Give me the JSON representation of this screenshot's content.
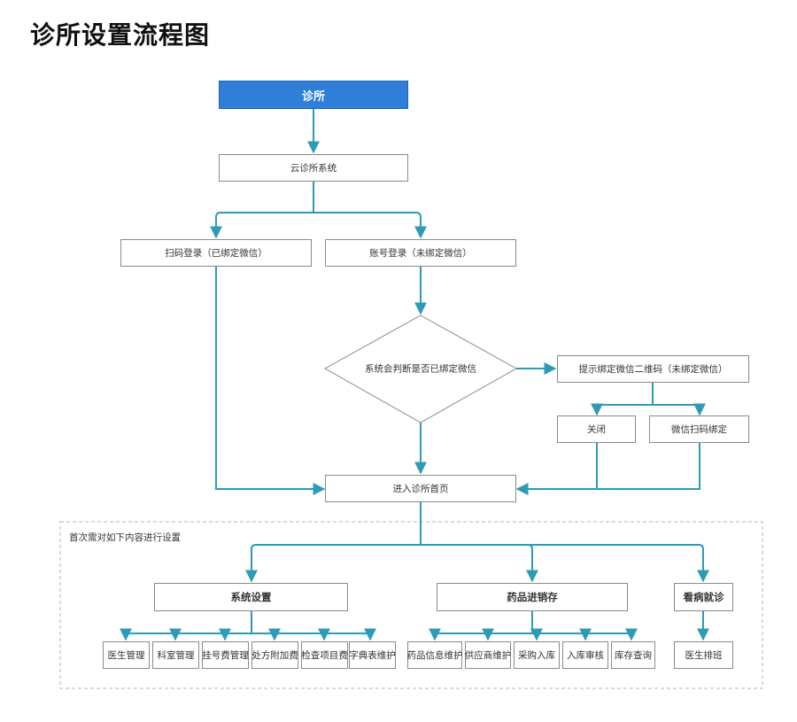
{
  "title": "诊所设置流程图",
  "nodes": {
    "clinic": "诊所",
    "cloud_system": "云诊所系统",
    "scan_login": "扫码登录（已绑定微信）",
    "account_login": "账号登录（未绑定微信）",
    "decision": "系统会判断是否已绑定微信",
    "prompt_qr": "提示绑定微信二维码（未绑定微信）",
    "close": "关闭",
    "wechat_bind": "微信扫码绑定",
    "enter_home": "进入诊所首页"
  },
  "group": {
    "label": "首次需对如下内容进行设置",
    "categories": {
      "system_settings": "系统设置",
      "drug_inventory": "药品进销存",
      "consultation": "看病就诊"
    },
    "system_items": [
      "医生管理",
      "科室管理",
      "挂号费管理",
      "处方附加费",
      "检查项目费",
      "字典表维护"
    ],
    "drug_items": [
      "药品信息维护",
      "供应商维护",
      "采购入库",
      "入库审核",
      "库存查询"
    ],
    "consult_items": [
      "医生排班"
    ]
  },
  "colors": {
    "arrow": "#2e9bb4",
    "root_fill": "#2f7fd8",
    "box_border": "#8a8a8a",
    "group_border": "#b5b5b5"
  }
}
